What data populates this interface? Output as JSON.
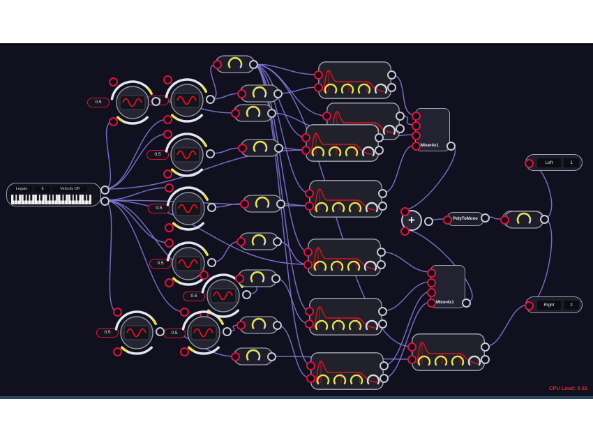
{
  "status": {
    "cpu_load": "CPU Load: 0.02"
  },
  "keyboard": {
    "legato_label": "Legato",
    "voices": "8",
    "velocity_label": "Velocity Off"
  },
  "oscillators": [
    {
      "value": "0.5"
    },
    {
      "value": "0.5"
    },
    {
      "value": "0.5"
    },
    {
      "value": "0.5"
    },
    {
      "value": "0.5"
    },
    {
      "value": "0.5"
    },
    {
      "value": "0.5"
    },
    {
      "value": "0.5"
    }
  ],
  "mixers": [
    {
      "label": "Mixer4x1"
    },
    {
      "label": "Mixer4x1"
    }
  ],
  "plus_node": {
    "label": "+"
  },
  "poly_to_mono": {
    "label": "PolyToMono"
  },
  "outputs": {
    "left": {
      "label": "Left",
      "channel": "1"
    },
    "right": {
      "label": "Right",
      "channel": "2"
    }
  },
  "colors": {
    "canvas_bg": "#11101e",
    "wire": "#8478d8",
    "port_red": "#e0123c",
    "port_gray": "#c6cad6",
    "knob_yellow": "#e6e250",
    "curve_red": "#d81320",
    "cpu_text": "#d22930"
  }
}
